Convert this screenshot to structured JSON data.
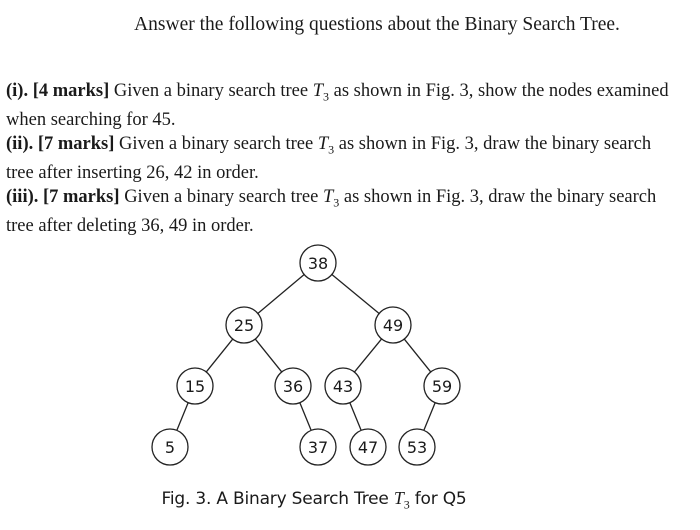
{
  "heading": "Answer the following questions about the Binary Search Tree.",
  "questions": [
    {
      "label": "(i). [4 marks]",
      "pre": " Given a binary search tree ",
      "tree_symbol": "T",
      "tree_sub": "3",
      "post": " as shown in Fig. 3, show the nodes examined when searching for 45."
    },
    {
      "label": "(ii). [7 marks]",
      "pre": " Given a binary search tree ",
      "tree_symbol": "T",
      "tree_sub": "3",
      "post": " as shown in Fig. 3, draw the binary search tree after inserting 26, 42 in order."
    },
    {
      "label": "(iii). [7 marks]",
      "pre": " Given a binary search tree ",
      "tree_symbol": "T",
      "tree_sub": "3",
      "post": " as shown in Fig. 3, draw the binary search tree after deleting 36, 49 in order."
    }
  ],
  "tree": {
    "nodes": [
      "38",
      "25",
      "49",
      "15",
      "36",
      "43",
      "59",
      "5",
      "37",
      "47",
      "53"
    ],
    "edges": [
      [
        "38",
        "25"
      ],
      [
        "38",
        "49"
      ],
      [
        "25",
        "15"
      ],
      [
        "25",
        "36"
      ],
      [
        "49",
        "43"
      ],
      [
        "49",
        "59"
      ],
      [
        "15",
        "5"
      ],
      [
        "36",
        "37"
      ],
      [
        "43",
        "47"
      ],
      [
        "59",
        "53"
      ]
    ]
  },
  "caption": {
    "prefix": "Fig. 3.  A Binary Search Tree ",
    "tree_symbol": "T",
    "tree_sub": "3",
    "suffix": " for Q5"
  }
}
